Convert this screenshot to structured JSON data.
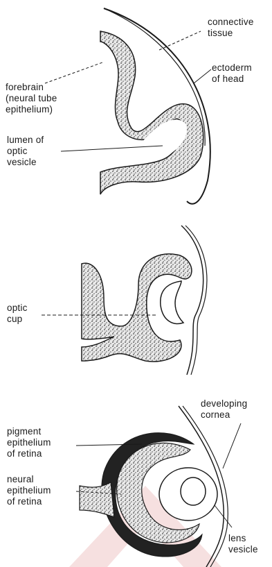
{
  "panel1": {
    "connective_tissue": "connective\ntissue",
    "ectoderm": "ectoderm\nof head",
    "forebrain": "forebrain\n(neural tube\nepithelium)",
    "lumen": "lumen of\noptic\nvesicle"
  },
  "panel2": {
    "optic_cup": "optic\ncup"
  },
  "panel3": {
    "developing_cornea": "developing\ncornea",
    "pigment": "pigment\nepithelium\nof retina",
    "neural": "neural\nepithelium\nof retina",
    "lens": "lens\nvesicle"
  },
  "colors": {
    "ink": "#1a1a1a",
    "stipple": "#555555",
    "watermark": "#f3d6d6"
  }
}
